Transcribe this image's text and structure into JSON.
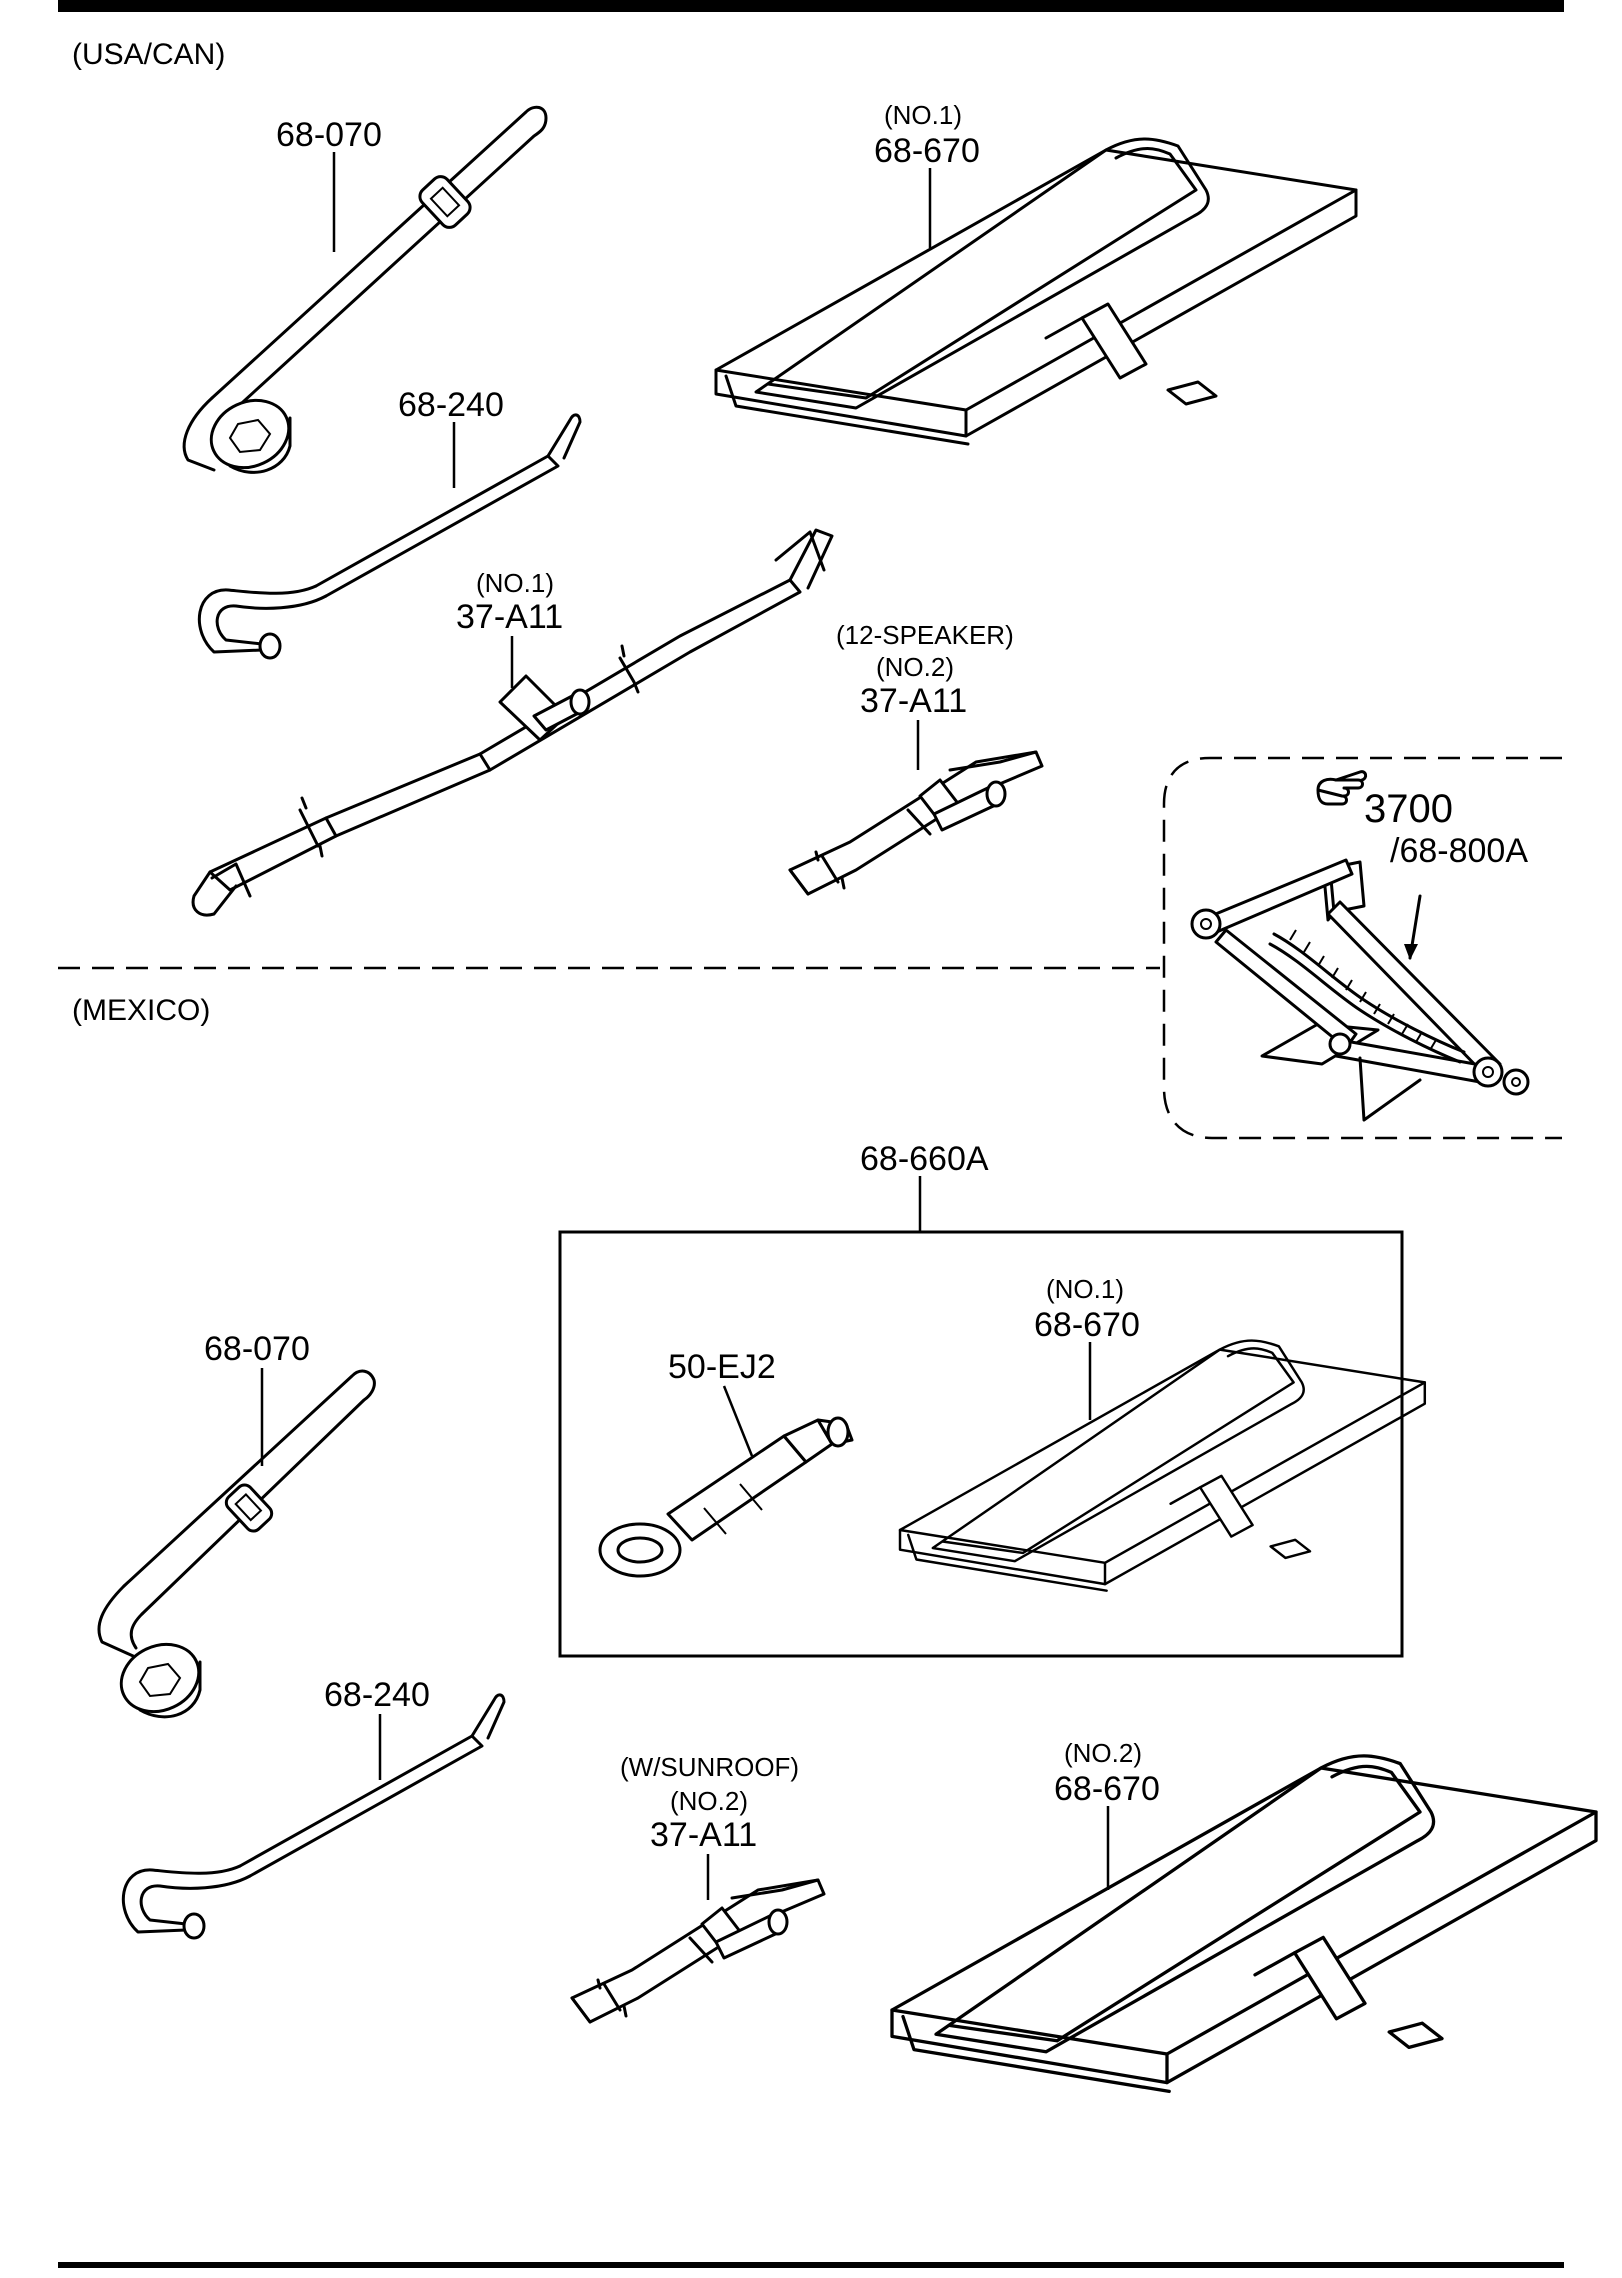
{
  "sections": {
    "usa_can": "(USA/CAN)",
    "mexico": "(MEXICO)"
  },
  "jack_ref": {
    "icon": "pointing-hand-icon",
    "page": "3700",
    "part": "/68-800A"
  },
  "labels": {
    "usa_wrench": "68-070",
    "usa_bag_note": "(NO.1)",
    "usa_bag": "68-670",
    "usa_handle": "68-240",
    "usa_strap1_note": "(NO.1)",
    "usa_strap1": "37-A11",
    "usa_strap2_note1": "(12-SPEAKER)",
    "usa_strap2_note2": "(NO.2)",
    "usa_strap2": "37-A11",
    "mx_kit": "68-660A",
    "mx_hook": "50-EJ2",
    "mx_bag1_note": "(NO.1)",
    "mx_bag1": "68-670",
    "mx_wrench": "68-070",
    "mx_handle": "68-240",
    "mx_strap_note1": "(W/SUNROOF)",
    "mx_strap_note2": "(NO.2)",
    "mx_strap": "37-A11",
    "mx_bag2_note": "(NO.2)",
    "mx_bag2": "68-670"
  }
}
